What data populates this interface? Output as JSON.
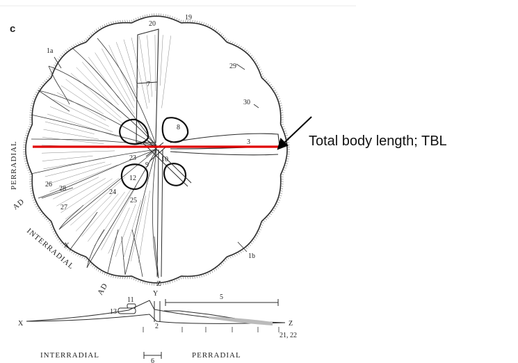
{
  "panel_letter": "c",
  "annotation": "Total body length; TBL",
  "side_labels": {
    "perradial": "PERRADIAL",
    "ad_upper": "AD",
    "interradial": "INTERRADIAL",
    "ad_lower": "AD",
    "x_mark": "X",
    "z_mark": "Z"
  },
  "part_numbers": {
    "n20": "20",
    "n19": "19",
    "n1a": "1a",
    "n29": "29",
    "n30": "30",
    "n7": "7",
    "n8": "8",
    "n3": "3",
    "n23": "23",
    "n9": "9",
    "n10": "10",
    "n12": "12",
    "n26": "26",
    "n28": "28",
    "n24": "24",
    "n27": "27",
    "n25": "25",
    "n1b": "1b"
  },
  "section": {
    "y_mark": "Y",
    "n5": "5",
    "n11": "11",
    "n13": "13",
    "n2": "2",
    "x_mark": "X",
    "z_mark": "Z",
    "n21_22": "21, 22",
    "interradial": "INTERRADIAL",
    "n6": "6",
    "perradial": "PERRADIAL"
  },
  "colors": {
    "measure_line": "#e00000",
    "ink": "#2a2a2a"
  }
}
